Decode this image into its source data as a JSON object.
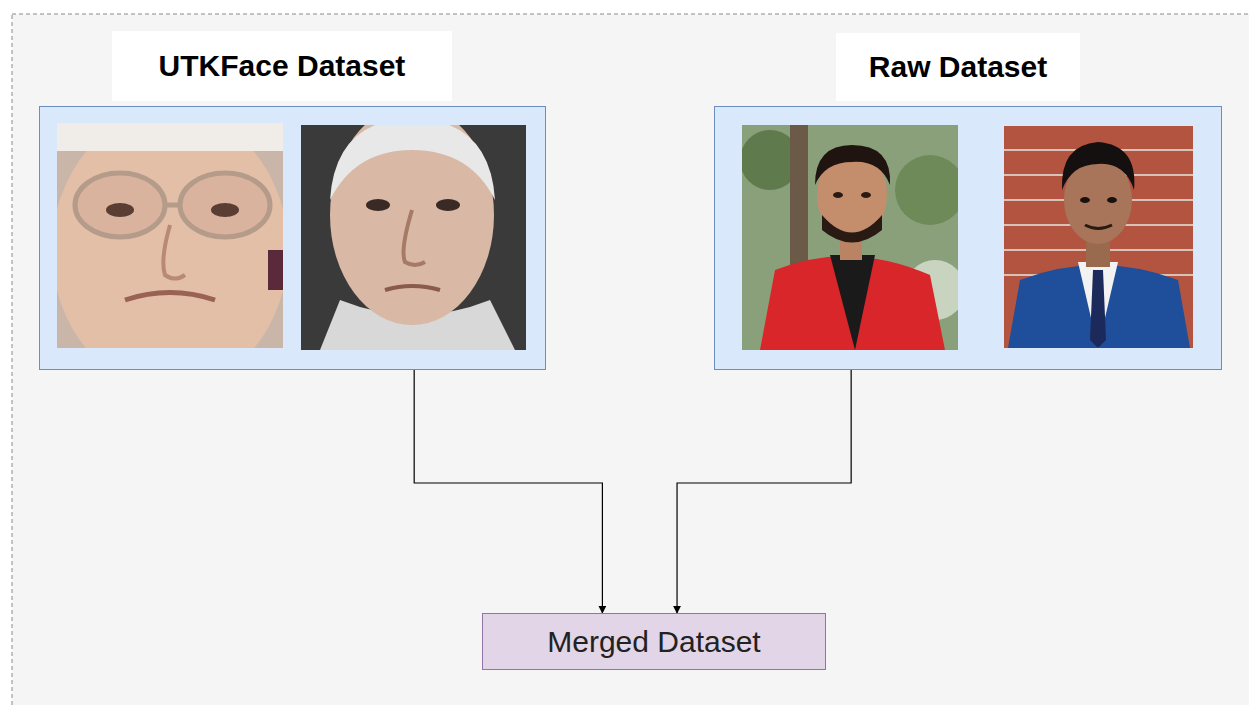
{
  "diagram": {
    "nodes": [
      {
        "text": [
          "UTKFace Dataset"
        ]
      },
      {
        "text": [
          "Raw Dataset"
        ]
      },
      {
        "text": [
          "Merged Dataset"
        ]
      }
    ],
    "edges": [
      {
        "from": 0,
        "to": 2,
        "arrow": "to"
      },
      {
        "from": 1,
        "to": 2,
        "arrow": "to"
      }
    ]
  }
}
